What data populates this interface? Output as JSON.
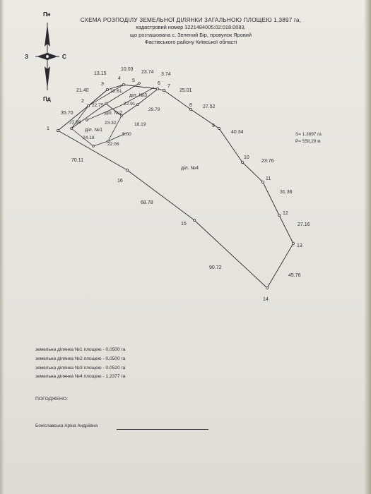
{
  "title": {
    "line1": "СХЕМА РОЗПОДІЛУ ЗЕМЕЛЬНОЇ ДІЛЯНКИ ЗАГАЛЬНОЮ ПЛОЩЕЮ 1,3897 га,",
    "line2": "кадастровий номер 3221484005:02:018:0083,",
    "line3": "що розташована с. Зелений Бір, провулок Яровий",
    "line4": "Фастівського району Київської області"
  },
  "compass": {
    "north": "Пн",
    "south": "Пд",
    "west": "З",
    "east": "С"
  },
  "points": {
    "p1": "1",
    "p2": "2",
    "p3": "3",
    "p4": "4",
    "p5": "5",
    "p6": "6",
    "p7": "7",
    "p8": "8",
    "p9": "9",
    "p10": "10",
    "p11": "11",
    "p12": "12",
    "p13": "13",
    "p14": "14",
    "p15": "15",
    "p16": "16"
  },
  "lengths": {
    "l_2_3": "21.40",
    "l_3_4": "13.15",
    "l_4_5": "10.03",
    "l_5_6": "23.74",
    "l_6_7": "3.74",
    "l_7_8": "25.01",
    "l_8_9": "27.52",
    "l_9_10": "40.34",
    "l_10_11": "23.76",
    "l_11_12": "31.36",
    "l_12_13": "27.16",
    "l_13_14": "45.76",
    "l_14_15": "90.72",
    "l_15_16": "68.78",
    "l_16_1": "70.11",
    "l_1_2": "35.70",
    "i_22_61": "22.61",
    "i_22_75": "22.75",
    "i_22_91": "22.91",
    "i_29_79": "29.79",
    "i_22_98": "22.98",
    "i_23_32": "23.32",
    "i_18_19": "18.19",
    "i_24_18": "24.18",
    "i_5_00": "5.00",
    "i_22_06": "22.06"
  },
  "parcels": {
    "d1": "діл. №1",
    "d2": "діл. №2",
    "d3": "діл. №3",
    "d4": "діл. №4"
  },
  "area": {
    "s": "S= 1.3897 га",
    "p": "P= 558,29 м"
  },
  "list": [
    "земельна ділянка №1 площею - 0,0500 га",
    "земельна ділянка №2 площею - 0,0500 га",
    "земельна ділянка №3 площею - 0,0520 га",
    "земельна ділянка №4 площею - 1,2377 га"
  ],
  "agreed_label": "ПОГОДЖЕНО:",
  "signer_name": "Боніславська Аріна Андріївна"
}
